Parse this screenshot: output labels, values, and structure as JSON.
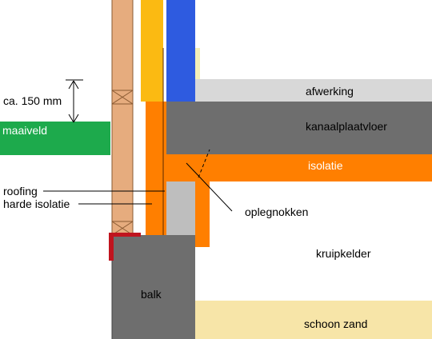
{
  "labels": {
    "height": "ca. 150 mm",
    "ground": "maaiveld",
    "finish": "afwerking",
    "floor": "kanaalplaatvloer",
    "insulation": "isolatie",
    "roofing": "roofing",
    "hard_insulation": "harde isolatie",
    "cams": "oplegnokken",
    "crawlspace": "kruipkelder",
    "beam": "balk",
    "sand": "schoon zand"
  },
  "colors": {
    "timber": "#E6AC7E",
    "yellow_insulation": "#FBBA12",
    "blue_membrane": "#2E5BE0",
    "orange_insulation": "#FF7F00",
    "concrete_gray": "#6E6E6E",
    "finish_gray": "#D8D8D8",
    "support_gray": "#BEBEBE",
    "roofing_red": "#C0141E",
    "ground_green": "#1DAA4C",
    "sand": "#F7E5A8",
    "light_yellow": "#F5F0B8"
  }
}
